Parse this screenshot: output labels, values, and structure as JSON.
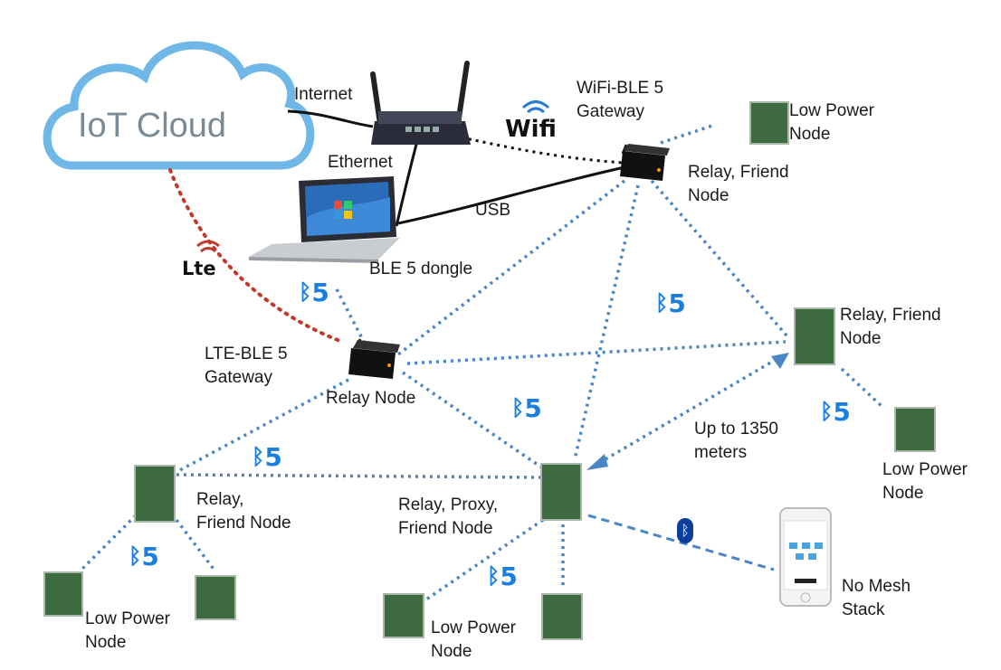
{
  "cloud": {
    "label": "IoT Cloud",
    "color": "#6fb7e6"
  },
  "wifi_logo": "Wifi",
  "lte_logo": "Lte",
  "bluetooth_badge": "5",
  "link_colors": {
    "wired": "#111111",
    "ble_mesh": "#4a86c5",
    "lte": "#c0392b"
  },
  "labels": {
    "internet": "Internet",
    "ethernet": "Ethernet",
    "usb": "USB",
    "ble_dongle": "BLE 5 dongle",
    "wifi_gateway": "WiFi-BLE 5\nGateway",
    "lte_gateway": "LTE-BLE 5\nGateway",
    "relay_node": "Relay Node",
    "relay_friend_top": "Relay, Friend\nNode",
    "relay_friend_right": "Relay, Friend\nNode",
    "relay_friend_left": "Relay,\nFriend Node",
    "relay_proxy_friend": "Relay, Proxy,\nFriend Node",
    "lpn_top_right": "Low Power\nNode",
    "lpn_right": "Low Power\nNode",
    "lpn_bottom_left": "Low Power\nNode",
    "lpn_bottom_center": "Low Power\nNode",
    "range": "Up to 1350\nmeters",
    "no_mesh": "No Mesh\nStack"
  },
  "ble5_badges": [
    "5",
    "5",
    "5",
    "5",
    "5",
    "5",
    "5"
  ]
}
